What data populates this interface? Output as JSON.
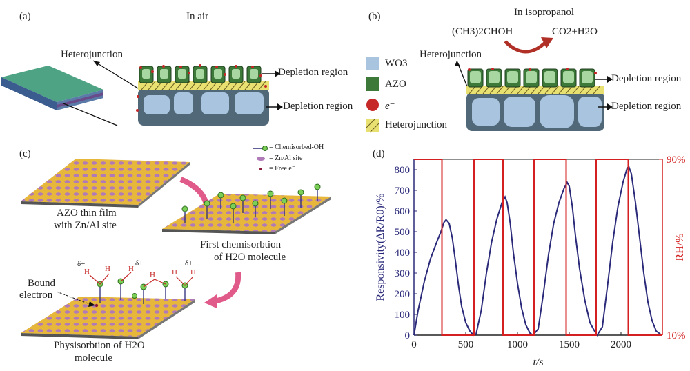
{
  "panel_a": {
    "label": "(a)",
    "title": "In air",
    "heterojunction": "Heterojunction",
    "depletion_top": "Depletion region",
    "depletion_bottom": "Depletion region"
  },
  "panel_b": {
    "label": "(b)",
    "title": "In isopropanol",
    "reactant": "(CH3)2CHOH",
    "product": "CO2+H2O",
    "heterojunction": "Heterojunction",
    "depletion_top": "Depletion region",
    "depletion_bottom": "Depletion region",
    "legend": [
      {
        "text": "WO3",
        "color": "#a9c4df"
      },
      {
        "text": "AZO",
        "color": "#3d7a3a"
      },
      {
        "text": "e⁻",
        "color": "#c62828"
      },
      {
        "text": "Heterojunction",
        "color": "#e8e070"
      }
    ]
  },
  "panel_c": {
    "label": "(c)",
    "legend": [
      "= Chemisorbed-OH",
      "= Zn/Al site",
      "= Free e⁻"
    ],
    "caption_film_1": "AZO thin film",
    "caption_film_2": "with Zn/Al site",
    "caption_first_1": "First chemisorbtion",
    "caption_first_2": "of H2O molecule",
    "caption_phys_1": "Physisorbtion of H2O",
    "caption_phys_2": "molecule",
    "bound": "Bound",
    "electron": "electron",
    "delta": "δ+",
    "h": "H"
  },
  "panel_d": {
    "label": "(d)",
    "chart_data": {
      "type": "line",
      "xlabel": "t/s",
      "ylabel": "Responsivity(ΔR/R0)/%",
      "y2label": "RH/%",
      "xlim": [
        0,
        2400
      ],
      "ylim": [
        0,
        850
      ],
      "x_ticks": [
        0,
        500,
        1000,
        1500,
        2000
      ],
      "y_ticks": [
        0,
        100,
        200,
        300,
        400,
        500,
        600,
        700,
        800
      ],
      "y2_ticks": [
        "10%",
        "90%"
      ],
      "series": [
        {
          "color": "#2b2a7a",
          "points": [
            [
              0,
              0
            ],
            [
              40,
              120
            ],
            [
              100,
              260
            ],
            [
              160,
              370
            ],
            [
              220,
              450
            ],
            [
              260,
              500
            ],
            [
              290,
              545
            ],
            [
              310,
              558
            ],
            [
              340,
              540
            ],
            [
              370,
              470
            ],
            [
              400,
              360
            ],
            [
              430,
              240
            ],
            [
              460,
              140
            ],
            [
              500,
              60
            ],
            [
              540,
              20
            ],
            [
              575,
              0
            ],
            [
              600,
              5
            ],
            [
              650,
              120
            ],
            [
              700,
              300
            ],
            [
              750,
              450
            ],
            [
              800,
              560
            ],
            [
              850,
              640
            ],
            [
              880,
              668
            ],
            [
              900,
              640
            ],
            [
              930,
              540
            ],
            [
              960,
              400
            ],
            [
              1000,
              250
            ],
            [
              1040,
              130
            ],
            [
              1080,
              50
            ],
            [
              1120,
              10
            ],
            [
              1150,
              0
            ],
            [
              1200,
              30
            ],
            [
              1250,
              200
            ],
            [
              1300,
              390
            ],
            [
              1350,
              540
            ],
            [
              1400,
              640
            ],
            [
              1450,
              710
            ],
            [
              1480,
              738
            ],
            [
              1500,
              720
            ],
            [
              1530,
              620
            ],
            [
              1560,
              480
            ],
            [
              1600,
              320
            ],
            [
              1650,
              170
            ],
            [
              1700,
              60
            ],
            [
              1750,
              15
            ],
            [
              1770,
              0
            ],
            [
              1820,
              40
            ],
            [
              1870,
              240
            ],
            [
              1920,
              450
            ],
            [
              1970,
              620
            ],
            [
              2020,
              740
            ],
            [
              2060,
              808
            ],
            [
              2075,
              815
            ],
            [
              2100,
              780
            ],
            [
              2140,
              640
            ],
            [
              2180,
              470
            ],
            [
              2220,
              300
            ],
            [
              2260,
              160
            ],
            [
              2300,
              70
            ],
            [
              2340,
              20
            ],
            [
              2380,
              5
            ]
          ]
        },
        {
          "color": "#d42020",
          "points": [
            [
              0,
              850
            ],
            [
              270,
              850
            ],
            [
              270,
              0
            ],
            [
              580,
              0
            ],
            [
              580,
              850
            ],
            [
              860,
              850
            ],
            [
              860,
              0
            ],
            [
              1160,
              0
            ],
            [
              1160,
              850
            ],
            [
              1470,
              850
            ],
            [
              1470,
              0
            ],
            [
              1760,
              0
            ],
            [
              1760,
              850
            ],
            [
              2070,
              850
            ],
            [
              2070,
              0
            ],
            [
              2400,
              0
            ]
          ]
        }
      ]
    }
  }
}
